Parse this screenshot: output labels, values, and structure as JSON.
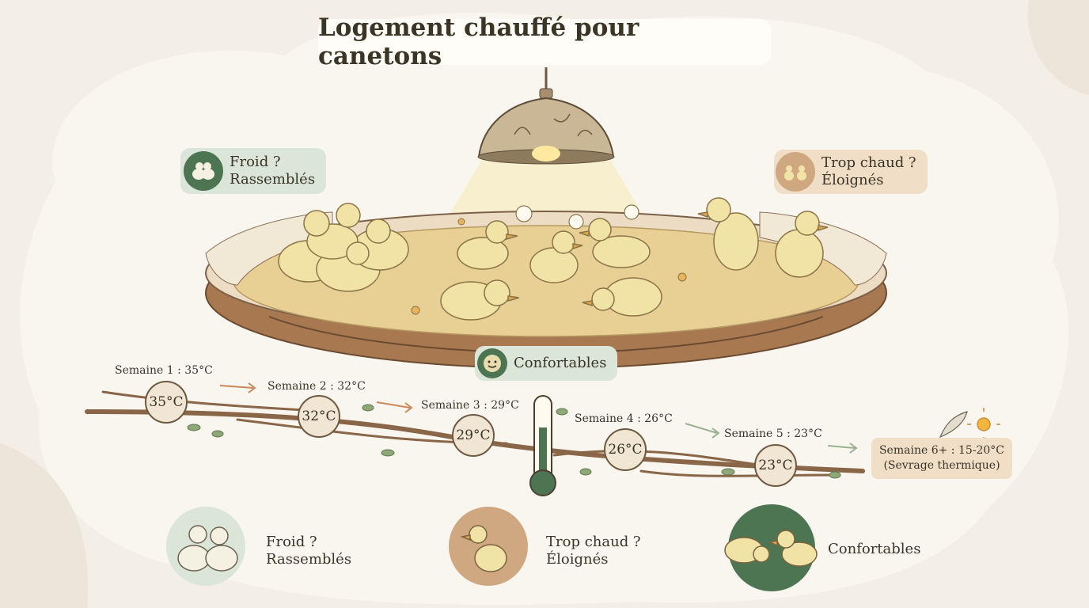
{
  "title": "Logement chauffé pour canetons",
  "callouts": {
    "cold": {
      "line1": "Froid ?",
      "line2": "Rassemblés"
    },
    "hot": {
      "line1": "Trop chaud ?",
      "line2": "Éloignés"
    },
    "comfort": {
      "label": "Confortables"
    }
  },
  "timeline": [
    {
      "week": "Semaine 1 : 35°C",
      "temp": "35°C"
    },
    {
      "week": "Semaine 2 : 32°C",
      "temp": "32°C"
    },
    {
      "week": "Semaine 3 : 29°C",
      "temp": "29°C"
    },
    {
      "week": "Semaine 4 : 26°C",
      "temp": "26°C"
    },
    {
      "week": "Semaine 5 : 23°C",
      "temp": "23°C"
    }
  ],
  "final": {
    "line1": "Semaine 6+ : 15-20°C",
    "line2": "(Sevrage thermique)"
  },
  "legend": {
    "cold": {
      "line1": "Froid ?",
      "line2": "Rassemblés"
    },
    "hot": {
      "line1": "Trop chaud ?",
      "line2": "Éloignés"
    },
    "comfort": {
      "label": "Confortables"
    }
  },
  "colors": {
    "green_dark": "#4e7552",
    "green_light": "#dbe6d8",
    "tan": "#cfa882",
    "tan_light": "#f0dfc6",
    "wood": "#a87850",
    "straw": "#e8cf94",
    "duck": "#f1e2a6"
  },
  "icons": [
    "lamp-icon",
    "thermometer-icon",
    "feather-icon",
    "sun-icon",
    "duckling-icon",
    "branch-icon",
    "arrow-icon"
  ]
}
